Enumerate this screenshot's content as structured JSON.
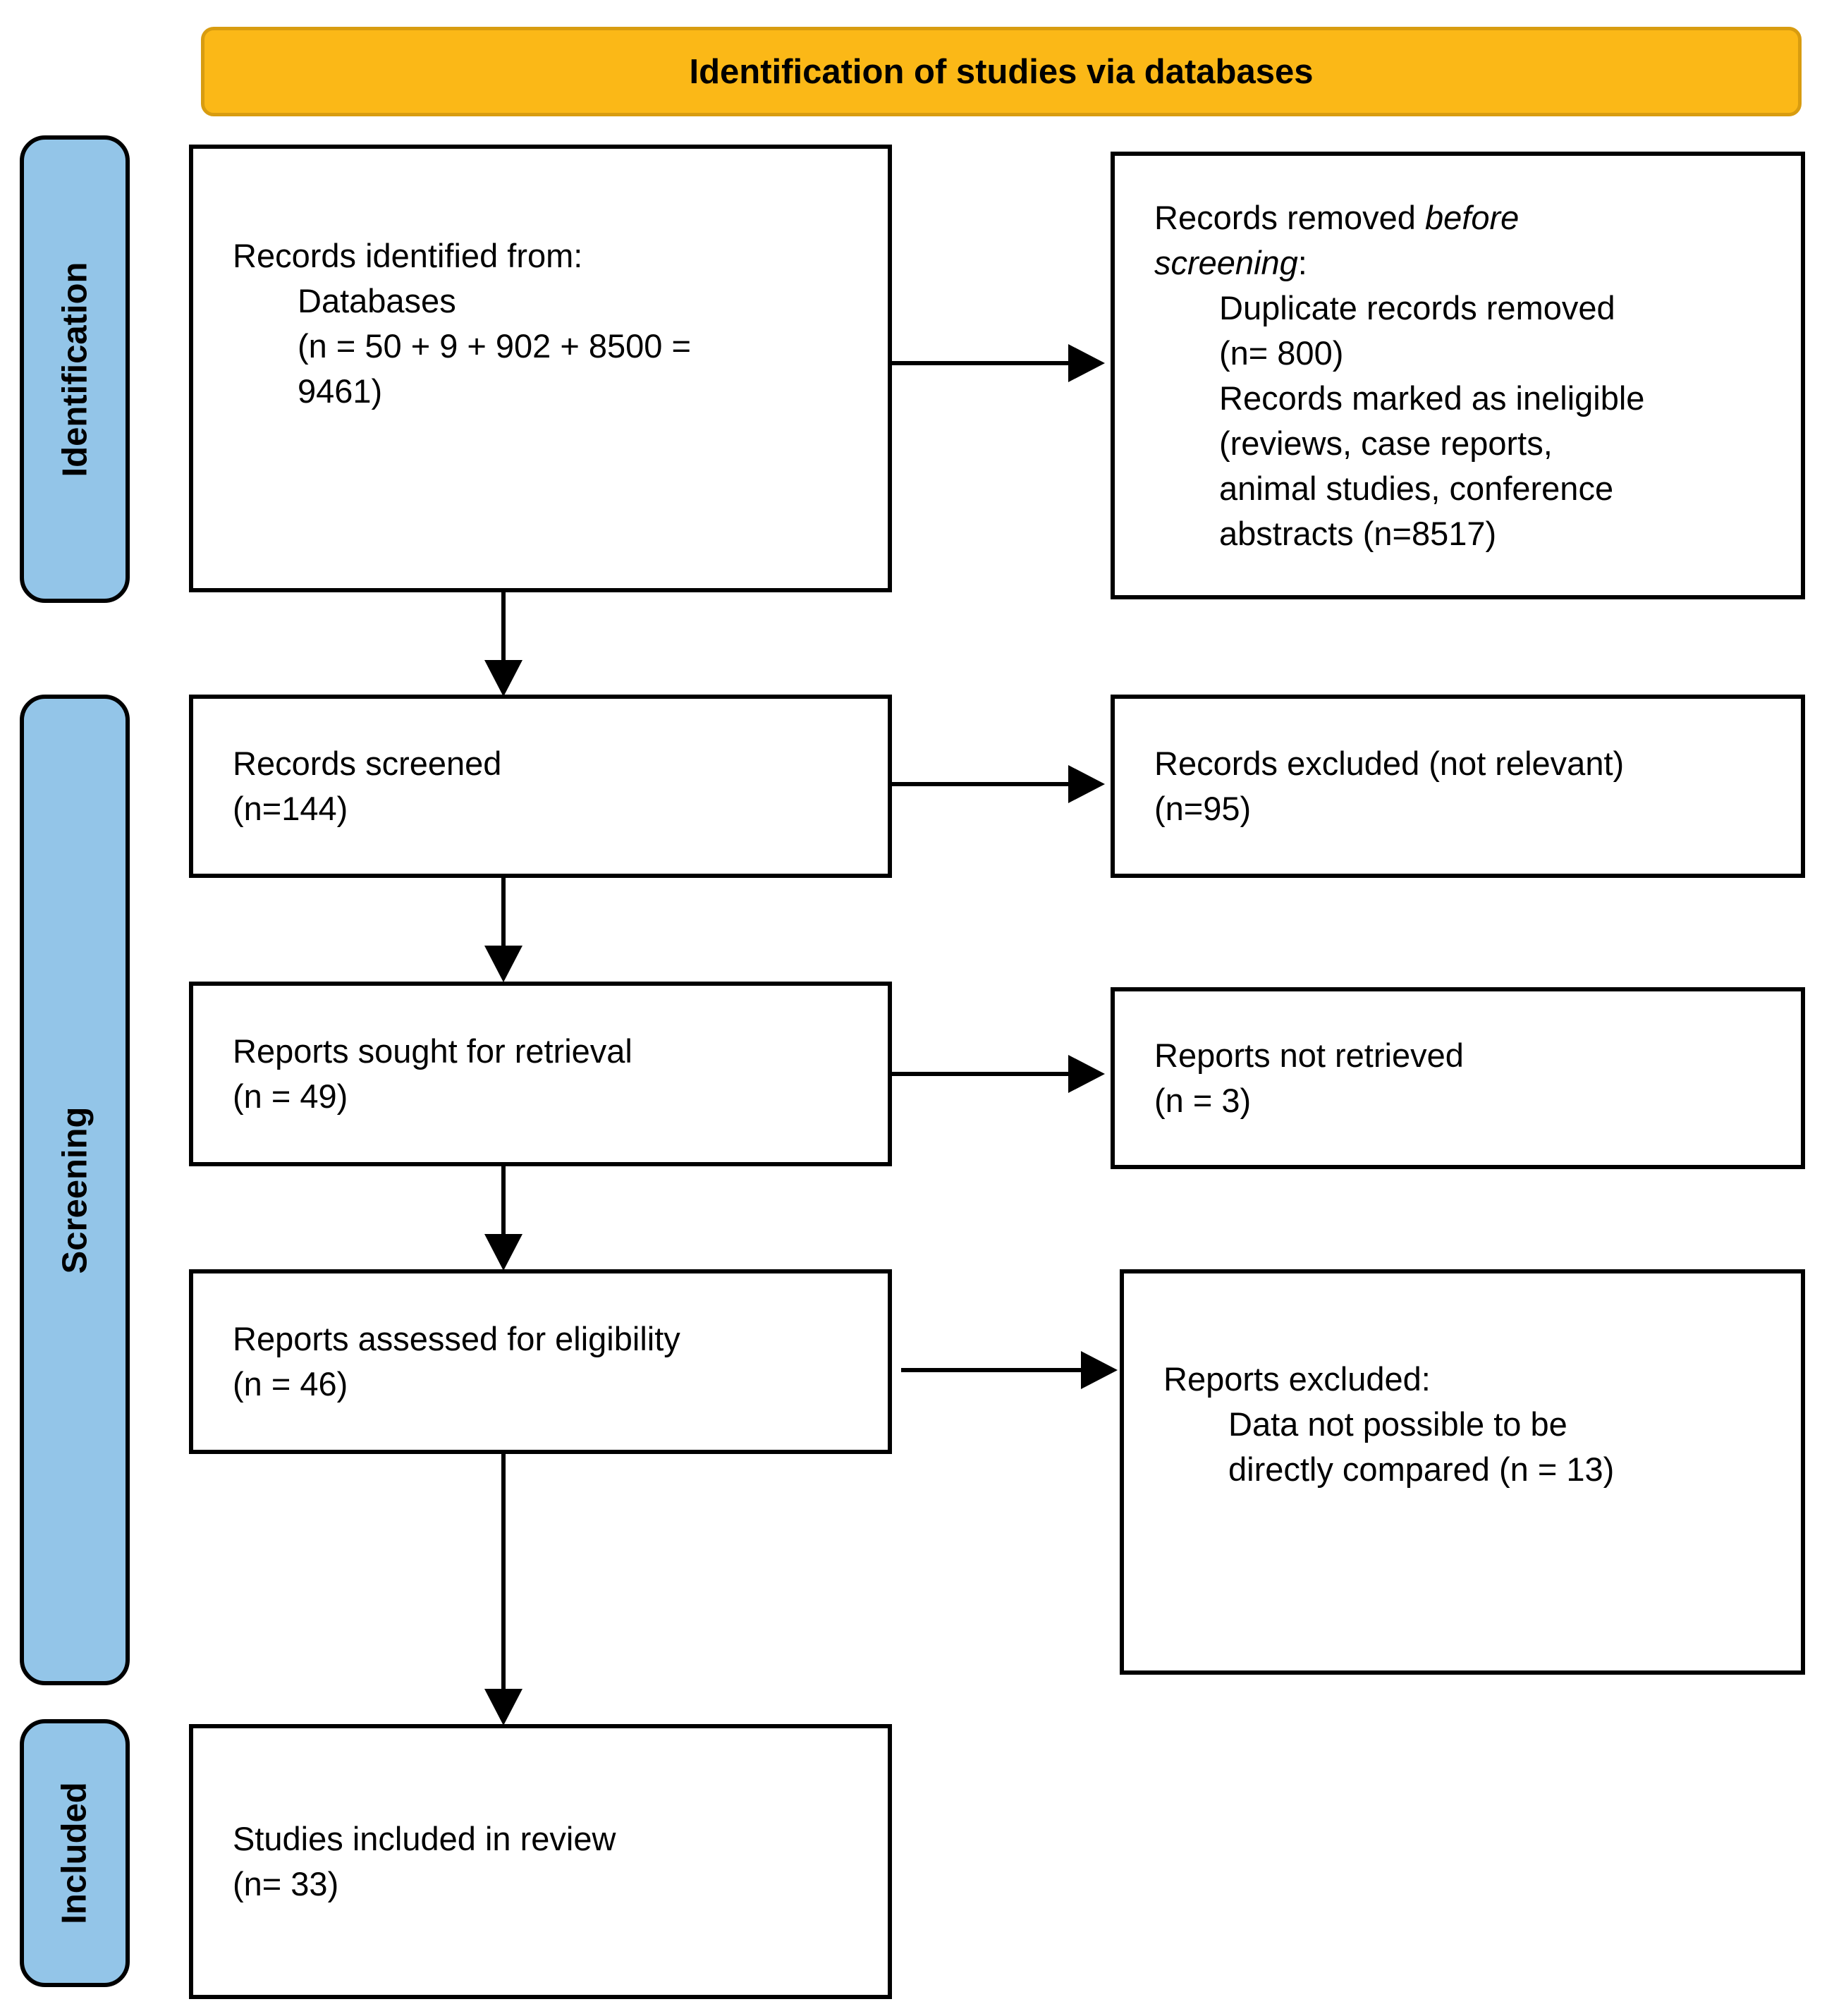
{
  "header": {
    "title": "Identification of studies via databases"
  },
  "stage_labels": {
    "identification": "Identification",
    "screening": "Screening",
    "included": "Included"
  },
  "boxes": {
    "records_identified": {
      "title": "Records identified from:",
      "indent_lines": [
        "Databases",
        "(n = 50 + 9 + 902 + 8500 =",
        "9461)"
      ]
    },
    "records_removed": {
      "line1_prefix": "Records removed ",
      "line1_italic": "before",
      "line2_italic": "screening",
      "line2_suffix": ":",
      "indent_lines": [
        "Duplicate records removed",
        "(n= 800)",
        "Records marked as ineligible",
        "(reviews, case reports,",
        "animal studies, conference",
        "abstracts (n=8517)"
      ]
    },
    "records_screened": {
      "line1": "Records screened",
      "line2": "(n=144)"
    },
    "records_excluded": {
      "line1": "Records excluded (not relevant)",
      "line2": "(n=95)"
    },
    "reports_sought": {
      "line1": "Reports sought for retrieval",
      "line2": "(n = 49)"
    },
    "reports_not_retrieved": {
      "line1": "Reports not retrieved",
      "line2": "(n = 3)"
    },
    "reports_assessed": {
      "line1": "Reports assessed for eligibility",
      "line2": "(n = 46)"
    },
    "reports_excluded": {
      "title": "Reports excluded:",
      "indent_lines": [
        "Data not possible to be",
        "directly compared (n = 13)"
      ]
    },
    "studies_included": {
      "line1": "Studies included in review",
      "line2": "(n= 33)"
    }
  },
  "colors": {
    "header_fill": "#FBB817",
    "header_border": "#D89C10",
    "stage_fill": "#93C5E8",
    "box_border": "#000000",
    "arrow": "#000000"
  }
}
